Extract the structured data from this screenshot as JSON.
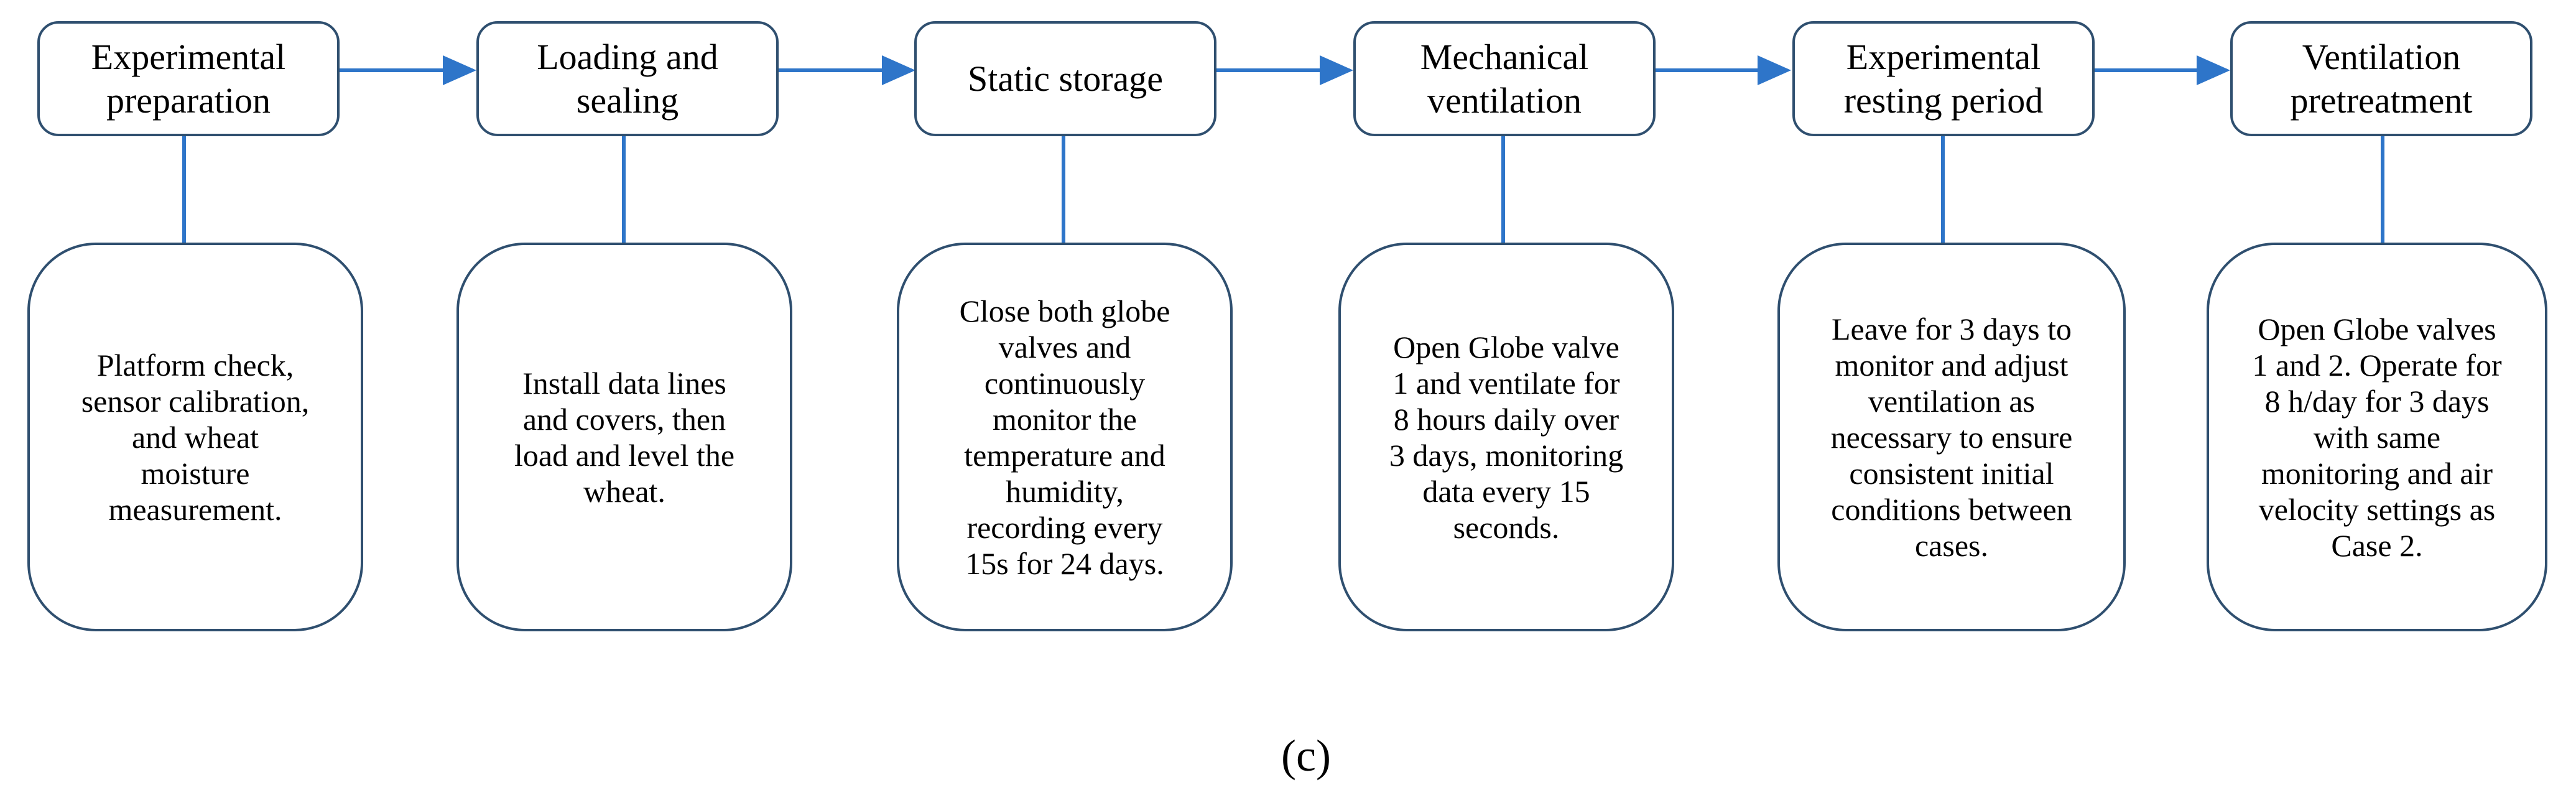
{
  "steps": [
    {
      "title": "Experimental\npreparation",
      "detail": "Platform check,\nsensor calibration,\nand wheat\nmoisture\nmeasurement."
    },
    {
      "title": "Loading and\nsealing",
      "detail": "Install data lines\nand covers, then\nload and level the\nwheat."
    },
    {
      "title": "Static storage",
      "detail": "Close both globe\nvalves and\ncontinuously\nmonitor the\ntemperature and\nhumidity,\nrecording every\n15s for 24 days."
    },
    {
      "title": "Mechanical\nventilation",
      "detail": "Open Globe valve\n1 and ventilate for\n8 hours daily over\n3 days, monitoring\ndata every 15\nseconds."
    },
    {
      "title": "Experimental\nresting period",
      "detail": "Leave for 3 days to\nmonitor and adjust\nventilation as\nnecessary to ensure\nconsistent initial\nconditions between\ncases."
    },
    {
      "title": "Ventilation\npretreatment",
      "detail": "Open Globe valves\n1 and 2. Operate for\n8 h/day for 3 days\nwith same\nmonitoring and air\nvelocity settings as\nCase 2."
    }
  ],
  "caption": "(c)",
  "colors": {
    "arrow": "#2e75c9",
    "box_border": "#2f4f6f"
  }
}
